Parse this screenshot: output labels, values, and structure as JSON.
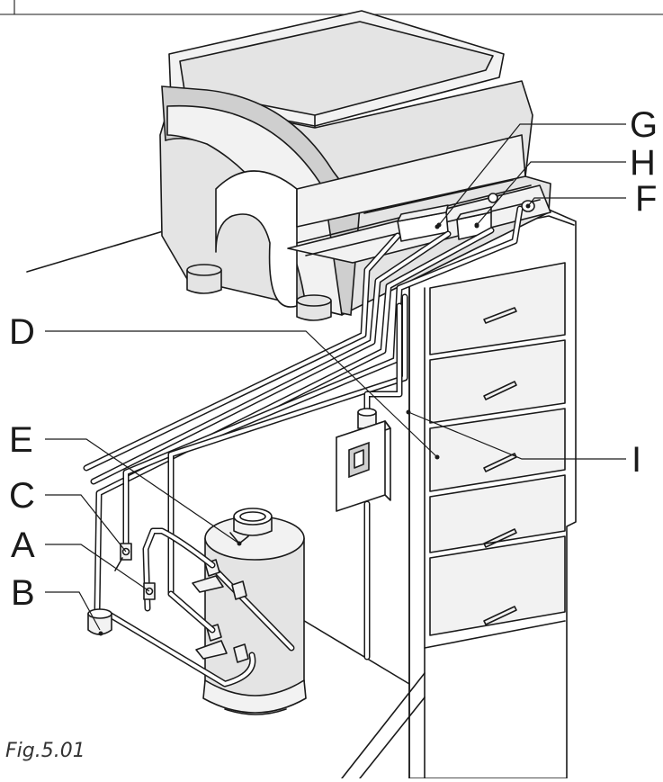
{
  "labels": {
    "A": "A",
    "B": "B",
    "C": "C",
    "D": "D",
    "E": "E",
    "F": "F",
    "G": "G",
    "H": "H",
    "I": "I"
  },
  "caption": "Fig.5.01"
}
